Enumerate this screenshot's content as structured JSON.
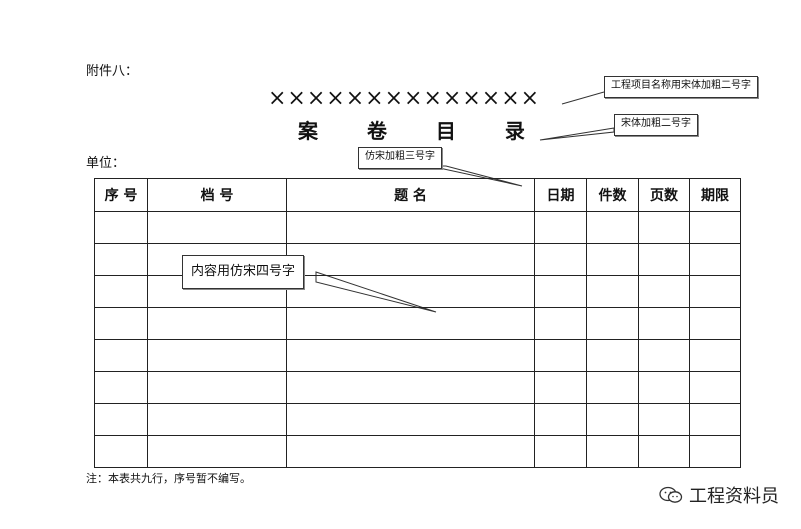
{
  "header": {
    "attachment": "附件八：",
    "placeholder_title": "××××××××××××××",
    "doc_title": "案 卷 目 录",
    "unit_label": "单位："
  },
  "callouts": {
    "project_name": "工程项目名称用宋体加粗二号字",
    "title_font": "宋体加粗二号字",
    "header_font": "仿宋加粗三号字",
    "content_font": "内容用仿宋四号字"
  },
  "table": {
    "columns": [
      "序 号",
      "档 号",
      "题 名",
      "日期",
      "件数",
      "页数",
      "期限"
    ],
    "rows": [
      [
        "",
        "",
        "",
        "",
        "",
        "",
        ""
      ],
      [
        "",
        "",
        "",
        "",
        "",
        "",
        ""
      ],
      [
        "",
        "",
        "",
        "",
        "",
        "",
        ""
      ],
      [
        "",
        "",
        "",
        "",
        "",
        "",
        ""
      ],
      [
        "",
        "",
        "",
        "",
        "",
        "",
        ""
      ],
      [
        "",
        "",
        "",
        "",
        "",
        "",
        ""
      ],
      [
        "",
        "",
        "",
        "",
        "",
        "",
        ""
      ],
      [
        "",
        "",
        "",
        "",
        "",
        "",
        ""
      ]
    ]
  },
  "footer": {
    "note": "注：本表共九行，序号暂不编写。"
  },
  "watermark": {
    "text": "工程资料员",
    "icon": "wechat-icon"
  }
}
